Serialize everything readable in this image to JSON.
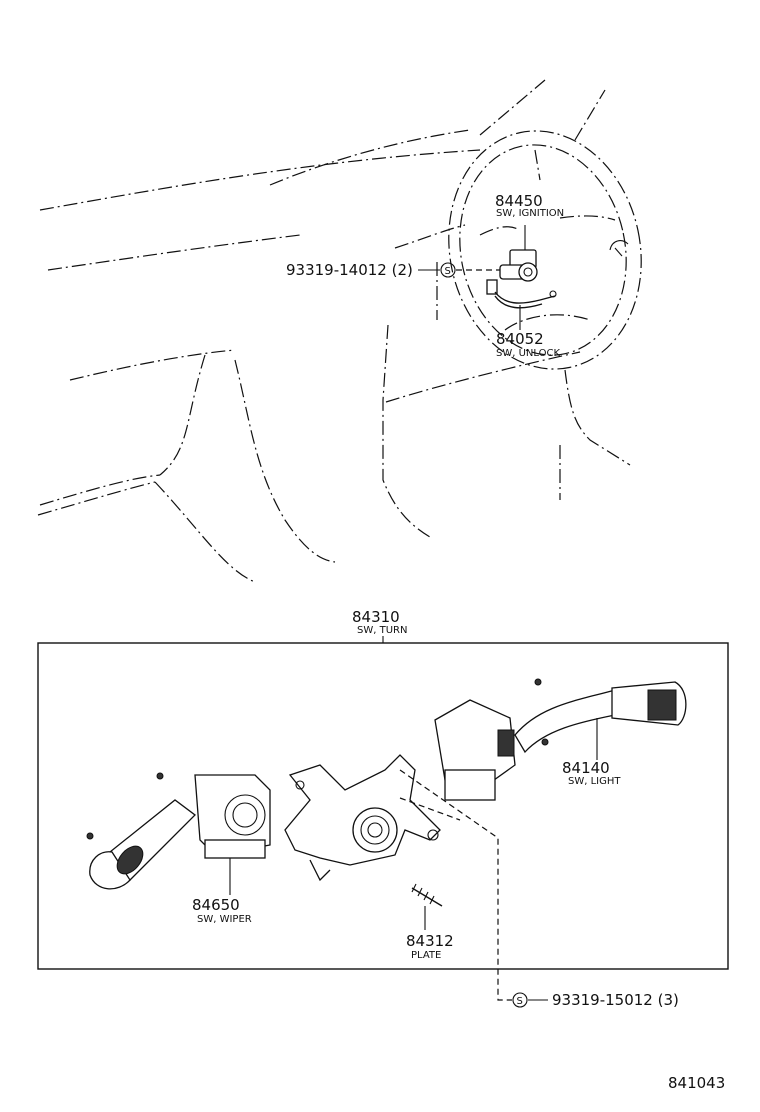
{
  "parts": {
    "p84450": {
      "number": "84450",
      "name": "SW, IGNITION"
    },
    "p84052": {
      "number": "84052",
      "name": "SW, UNLOCK"
    },
    "p84310": {
      "number": "84310",
      "name": "SW, TURN"
    },
    "p84140": {
      "number": "84140",
      "name": "SW, LIGHT"
    },
    "p84650": {
      "number": "84650",
      "name": "SW, WIPER"
    },
    "p84312": {
      "number": "84312",
      "name": "PLATE"
    }
  },
  "screws": {
    "s1": {
      "symbol": "S",
      "text": "93319-14012 (2)"
    },
    "s2": {
      "symbol": "S",
      "text": "93319-15012 (3)"
    }
  },
  "figure_id": "841043"
}
